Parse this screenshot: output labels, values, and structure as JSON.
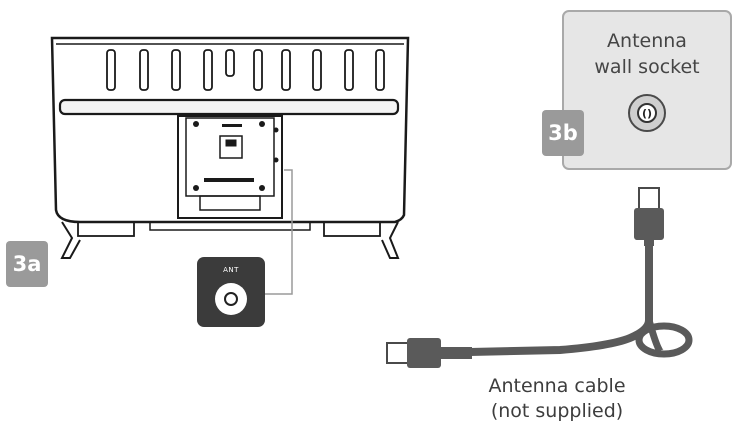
{
  "steps": {
    "tv": "3a",
    "socket": "3b"
  },
  "wall_socket": {
    "line1": "Antenna",
    "line2": "wall socket"
  },
  "tv_port": {
    "label": "ANT"
  },
  "cable": {
    "line1": "Antenna cable",
    "line2": "(not supplied)"
  }
}
